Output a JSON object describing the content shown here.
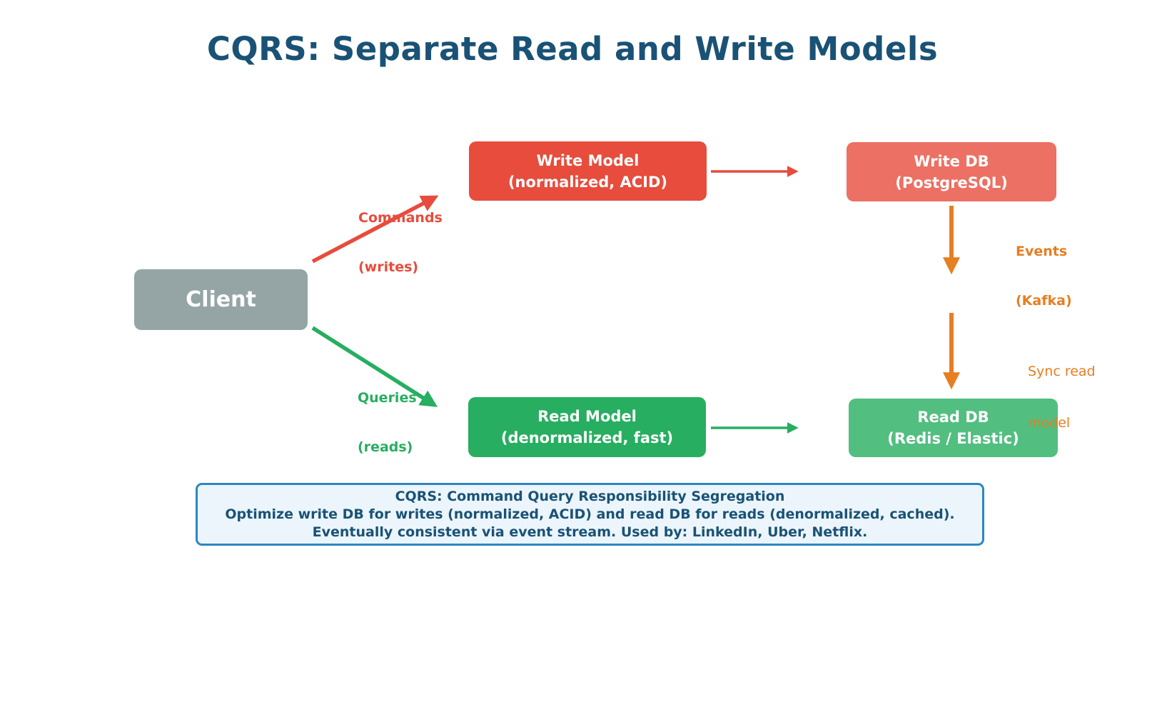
{
  "title": "CQRS: Separate Read and Write Models",
  "nodes": {
    "client": {
      "label": "Client"
    },
    "write_model": {
      "line1": "Write Model",
      "line2": "(normalized, ACID)"
    },
    "write_db": {
      "line1": "Write DB",
      "line2": "(PostgreSQL)"
    },
    "read_model": {
      "line1": "Read Model",
      "line2": "(denormalized, fast)"
    },
    "read_db": {
      "line1": "Read DB",
      "line2": "(Redis / Elastic)"
    }
  },
  "edge_labels": {
    "commands": {
      "line1": "Commands",
      "line2": "(writes)"
    },
    "queries": {
      "line1": "Queries",
      "line2": "(reads)"
    },
    "events": {
      "line1": "Events",
      "line2": "(Kafka)"
    },
    "sync": {
      "line1": "Sync read",
      "line2": "model"
    }
  },
  "note": {
    "line1": "CQRS: Command Query Responsibility Segregation",
    "line2": "Optimize write DB for writes (normalized, ACID) and read DB for reads (denormalized, cached).",
    "line3": "Eventually consistent via event stream. Used by: LinkedIn, Uber, Netflix."
  },
  "colors": {
    "title_text": "#1a5276",
    "client_fill": "#95a5a6",
    "write_model_fill": "#e74c3c",
    "write_db_fill": "#ec7063",
    "read_model_fill": "#27ae60",
    "read_db_fill": "#52be80",
    "command_arrow": "#e74c3c",
    "query_arrow": "#27ae60",
    "event_arrow": "#e67e22",
    "note_fill": "#ebf5fb",
    "note_border": "#2e86c1",
    "note_text": "#1a5276"
  }
}
